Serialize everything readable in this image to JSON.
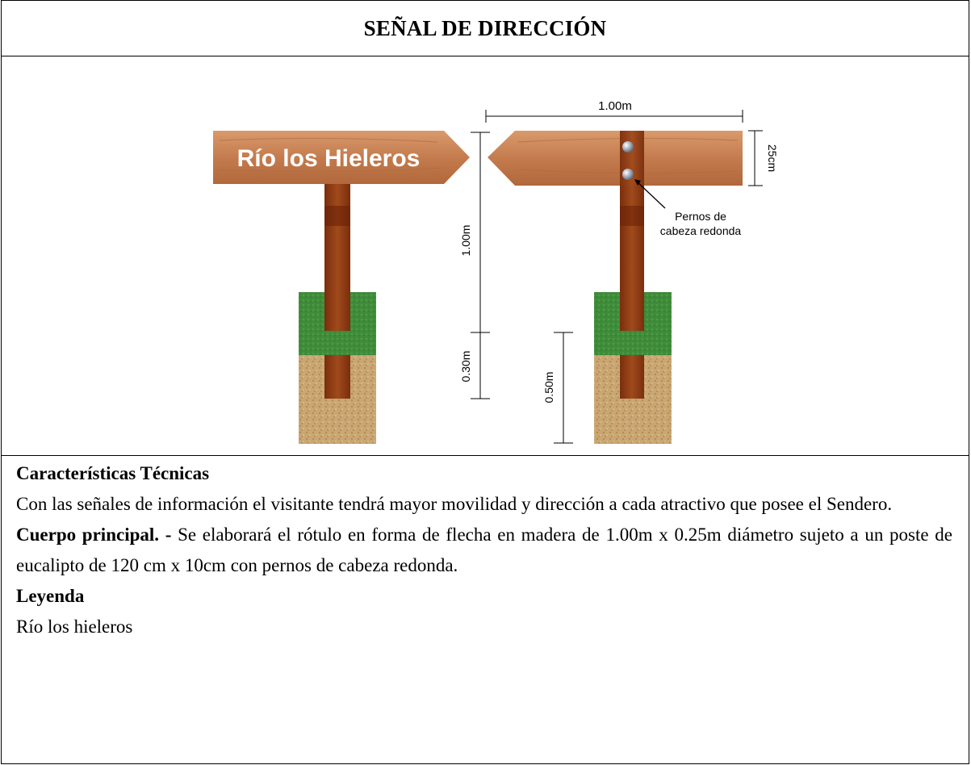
{
  "title": "SEÑAL DE DIRECCIÓN",
  "figure": {
    "sign_text": "Río los Hieleros",
    "dim_width": "1.00m",
    "dim_board_height": "25cm",
    "dim_post_height": "1.00m",
    "dim_depth_left": "0.30m",
    "dim_depth_right": "0.50m",
    "bolts_label_line1": "Pernos de",
    "bolts_label_line2": "cabeza redonda",
    "colors": {
      "wood": "#c47c4e",
      "post": "#8e3c14",
      "grass": "#3f8c3a",
      "soil": "#c9a672"
    }
  },
  "sections": {
    "tech_heading": "Características Técnicas",
    "tech_body": "Con las señales de información el visitante tendrá mayor movilidad y dirección a cada atractivo que posee el Sendero.",
    "body_label": "Cuerpo principal. -",
    "body_text": " Se elaborará el rótulo en forma de flecha en madera de 1.00m x 0.25m diámetro sujeto a un poste de eucalipto de 120 cm x 10cm con pernos de cabeza redonda.",
    "legend_heading": "Leyenda",
    "legend_text": "Río los hieleros"
  }
}
